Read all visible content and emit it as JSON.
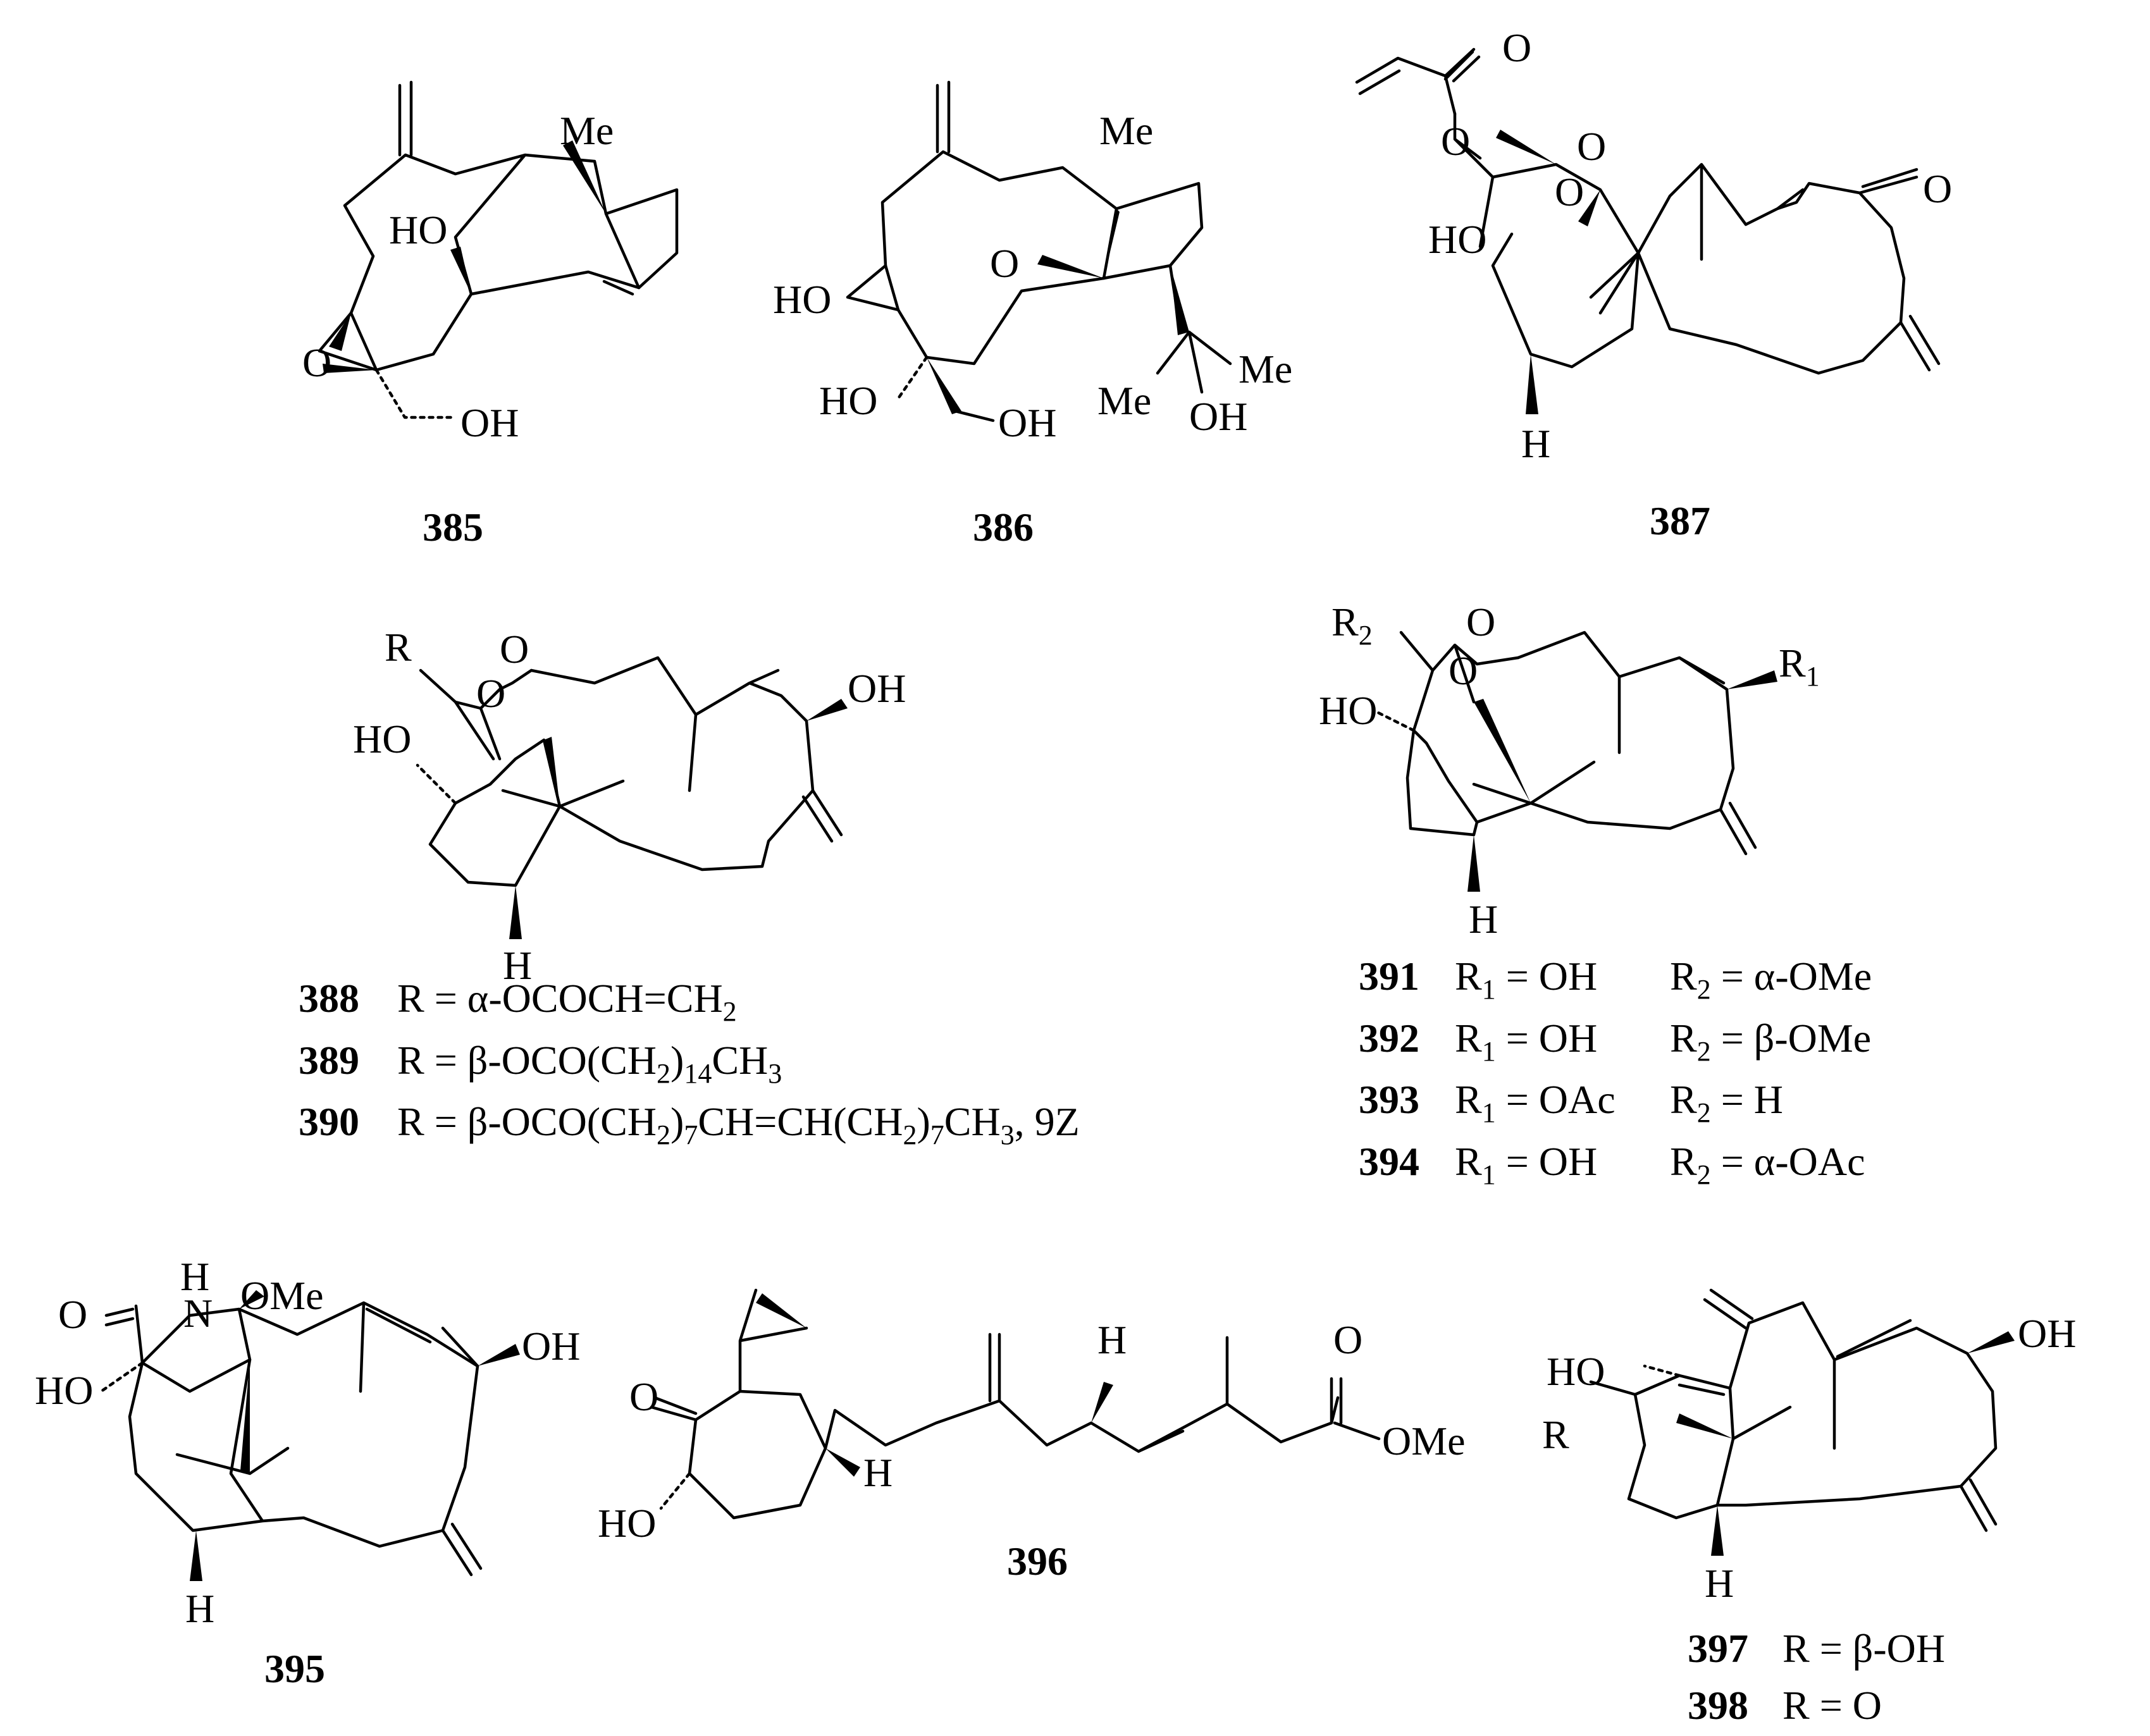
{
  "compounds": [
    {
      "id": "385",
      "atoms": {
        "me": "Me",
        "ho": "HO",
        "o": "O",
        "oh": "OH"
      }
    },
    {
      "id": "386",
      "atoms": {
        "me": "Me",
        "ho": "HO",
        "o": "O",
        "ho2": "HO",
        "oh": "OH",
        "me2": "Me",
        "me3": "Me",
        "oh2": "OH"
      }
    },
    {
      "id": "387",
      "atoms": {
        "o_carbonyl": "O",
        "o_ester": "O",
        "o_ring": "O",
        "o_epoxide": "O",
        "ho": "HO",
        "o_ketone": "O",
        "h": "H"
      }
    },
    {
      "id": "388-390",
      "atoms": {
        "r": "R",
        "o_ring": "O",
        "o_epoxide": "O",
        "ho": "HO",
        "oh": "OH",
        "h": "H"
      },
      "entries": [
        {
          "num": "388",
          "text": "R = α-OCOCH=CH",
          "sub": "2",
          "tail": ""
        },
        {
          "num": "389",
          "text": "R = β-OCO(CH",
          "sub": "2",
          "tail": ")",
          "sub2": "14",
          "tail2": "CH",
          "sub3": "3",
          "tail3": ""
        },
        {
          "num": "390",
          "text": "R = β-OCO(CH",
          "sub": "2",
          "tail": ")",
          "sub2": "7",
          "tail2": "CH=CH(CH",
          "sub3": "2",
          "tail3": ")",
          "sub4": "7",
          "tail4": "CH",
          "sub5": "3",
          "tail5": ", 9Z"
        }
      ]
    },
    {
      "id": "391-394",
      "atoms": {
        "r2": "R",
        "r2sub": "2",
        "o_ring": "O",
        "o_epoxide": "O",
        "ho": "HO",
        "r1": "R",
        "r1sub": "1",
        "h": "H"
      },
      "entries": [
        {
          "num": "391",
          "r1": "R",
          "r1sub": "1",
          "r1val": " = OH",
          "r2": "R",
          "r2sub": "2",
          "r2val": " = α-OMe"
        },
        {
          "num": "392",
          "r1": "R",
          "r1sub": "1",
          "r1val": " = OH",
          "r2": "R",
          "r2sub": "2",
          "r2val": " = β-OMe"
        },
        {
          "num": "393",
          "r1": "R",
          "r1sub": "1",
          "r1val": " = OAc",
          "r2": "R",
          "r2sub": "2",
          "r2val": " = H"
        },
        {
          "num": "394",
          "r1": "R",
          "r1sub": "1",
          "r1val": " = OH",
          "r2": "R",
          "r2sub": "2",
          "r2val": " = α-OAc"
        }
      ]
    },
    {
      "id": "395",
      "atoms": {
        "o": "O",
        "nh_h": "H",
        "n": "N",
        "ome": "OMe",
        "ho": "HO",
        "oh": "OH",
        "h": "H"
      }
    },
    {
      "id": "396",
      "atoms": {
        "o": "O",
        "ho": "HO",
        "h1": "H",
        "h2": "H",
        "o2": "O",
        "ome": "OMe"
      }
    },
    {
      "id": "397-398",
      "atoms": {
        "ho": "HO",
        "r": "R",
        "oh": "OH",
        "h": "H"
      },
      "entries": [
        {
          "num": "397",
          "text": "R = β-OH"
        },
        {
          "num": "398",
          "text": "R = O"
        }
      ]
    }
  ]
}
